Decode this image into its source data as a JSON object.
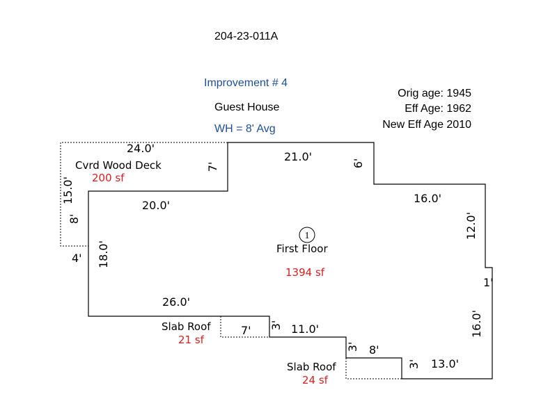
{
  "header": {
    "parcel_id": "204-23-011A",
    "improvement": "Improvement # 4",
    "building_type": "Guest House",
    "wall_height": "WH =  8' Avg",
    "orig_age": "Orig age: 1945",
    "eff_age": "Eff Age: 1962",
    "new_eff_age": "New Eff Age 2010"
  },
  "colors": {
    "blue_text": "#1f4e96",
    "red_text": "#d42020",
    "lines": "#000000"
  },
  "areas": {
    "deck": {
      "name": "Cvrd Wood Deck",
      "sf": "200 sf"
    },
    "first_floor": {
      "marker": "1",
      "name": "First Floor",
      "sf": "1394 sf"
    },
    "slab_roof_1": {
      "name": "Slab Roof",
      "sf": "21 sf"
    },
    "slab_roof_2": {
      "name": "Slab Roof",
      "sf": "24 sf"
    }
  },
  "dimensions": {
    "deck_top": "24.0'",
    "deck_right": "7'",
    "deck_left": "15.0'",
    "deck_lower_left": "8'",
    "deck_bottom": "4'",
    "main_top": "21.0'",
    "main_top_right_step": "6'",
    "main_upper_step": "20.0'",
    "main_right_top": "16.0'",
    "main_right_side": "12.0'",
    "main_right_jog": "1'",
    "main_left_side": "18.0'",
    "main_bottom_left": "26.0'",
    "slab1_width": "7'",
    "slab1_step": "3'",
    "main_bottom_mid": "11.0'",
    "slab2_step": "3'",
    "slab2_width": "8'",
    "slab2_right_step": "3'",
    "main_bottom_right": "13.0'",
    "main_right_lower": "16.0'"
  }
}
